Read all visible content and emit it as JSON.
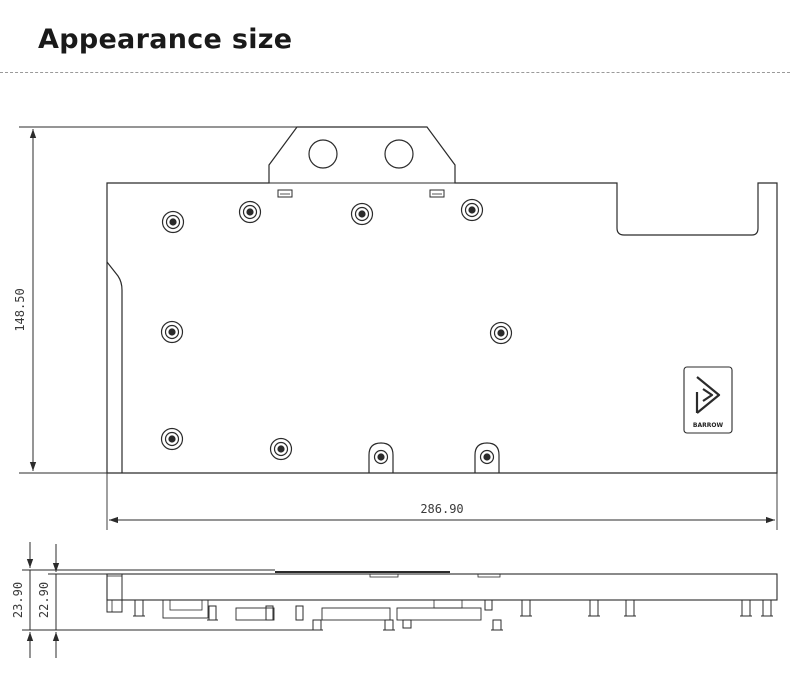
{
  "page": {
    "title": "Appearance size"
  },
  "drawing": {
    "dimensions": {
      "height": "148.50",
      "width": "286.90",
      "side_total_height": "23.90",
      "side_body_height": "22.90"
    },
    "logo_text": "BARROW",
    "colors": {
      "line": "#2b2b2b",
      "background": "#ffffff",
      "title": "#1a1a1a"
    }
  }
}
